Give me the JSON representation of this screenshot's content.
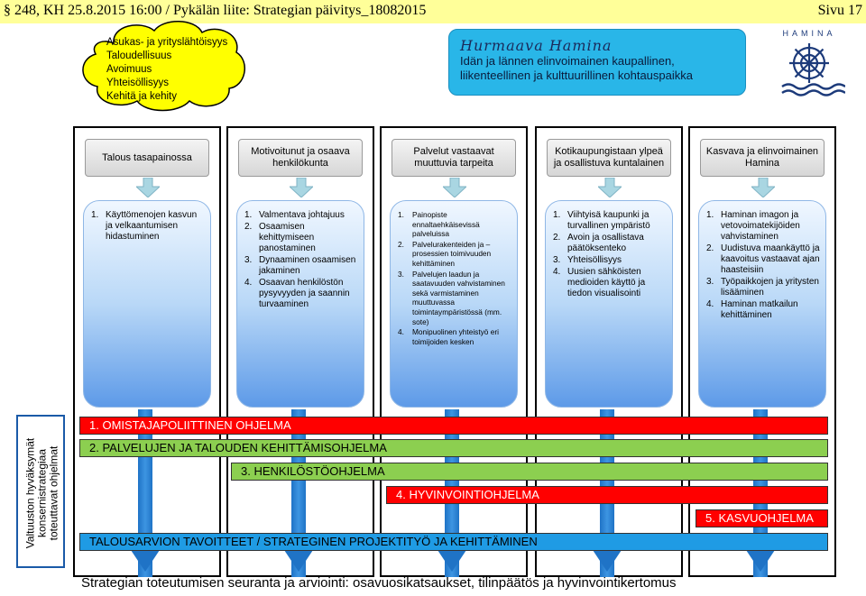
{
  "header": {
    "left": "§ 248, KH 25.8.2015 16:00 / Pykälän liite: Strategian päivitys_18082015",
    "right": "Sivu 17"
  },
  "values_cloud": {
    "items": [
      "Asukas- ja yrityslähtöisyys",
      "Taloudellisuus",
      "Avoimuus",
      "Yhteisöllisyys",
      "Kehitä ja kehity"
    ]
  },
  "vision": {
    "brand": "Hurmaava Hamina",
    "line1": "Idän ja lännen elinvoimainen kaupallinen,",
    "line2": "liikenteellinen ja kulttuurillinen kohtauspaikka"
  },
  "logo": {
    "word": "HAMINA"
  },
  "columns": [
    {
      "title": "Talous tasapainossa",
      "goals": [
        {
          "num": "1.",
          "text": "Käyttömenojen kasvun ja velkaantumisen hidastuminen"
        }
      ]
    },
    {
      "title": "Motivoitunut ja osaava henkilökunta",
      "goals": [
        {
          "num": "1.",
          "text": "Valmentava johtajuus"
        },
        {
          "num": "2.",
          "text": "Osaamisen kehittymiseen panostaminen"
        },
        {
          "num": "3.",
          "text": "Dynaaminen osaamisen jakaminen"
        },
        {
          "num": "4.",
          "text": "Osaavan henkilöstön pysyvyyden ja saannin turvaaminen"
        }
      ]
    },
    {
      "title": "Palvelut vastaavat muuttuvia tarpeita",
      "goals": [
        {
          "num": "1.",
          "text": "Painopiste ennaltaehkäisevissä palveluissa"
        },
        {
          "num": "2.",
          "text": "Palvelurakenteiden ja –prosessien toimivuuden kehittäminen"
        },
        {
          "num": "3.",
          "text": "Palvelujen laadun ja saatavuuden vahvistaminen sekä varmistaminen muuttuvassa toimintaympäristössä (mm. sote)"
        },
        {
          "num": "4.",
          "text": "Monipuolinen yhteistyö eri toimijoiden kesken"
        }
      ]
    },
    {
      "title": "Kotikaupungistaan ylpeä ja osallistuva kuntalainen",
      "goals": [
        {
          "num": "1.",
          "text": "Viihtyisä kaupunki ja turvallinen ympäristö"
        },
        {
          "num": "2.",
          "text": "Avoin ja osallistava päätöksenteko"
        },
        {
          "num": "3.",
          "text": "Yhteisöllisyys"
        },
        {
          "num": "4.",
          "text": "Uusien sähköisten medioiden käyttö ja tiedon visualisointi"
        }
      ]
    },
    {
      "title": "Kasvava ja elinvoimainen Hamina",
      "goals": [
        {
          "num": "1.",
          "text": "Haminan imagon ja vetovoimatekijöiden vahvistaminen"
        },
        {
          "num": "2.",
          "text": "Uudistuva maankäyttö ja kaavoitus vastaavat ajan haasteisiin"
        },
        {
          "num": "3.",
          "text": "Työpaikkojen ja yritysten lisääminen"
        },
        {
          "num": "4.",
          "text": "Haminan matkailun kehittäminen"
        }
      ]
    }
  ],
  "side_label": {
    "line1": "Valtuuston hyväksymät",
    "line2": "konsernistrategiaa",
    "line3": "toteuttavat ohjelmat"
  },
  "programs": {
    "p1": "1. OMISTAJAPOLIITTINEN OHJELMA",
    "p2": "2. PALVELUJEN JA TALOUDEN KEHITTÄMISOHJELMA",
    "p3": "3. HENKILÖSTÖOHJELMA",
    "p4": "4. HYVINVOINTIOHJELMA",
    "p5": "5. KASVUOHJELMA",
    "budget": "TALOUSARVION TAVOITTEET / STRATEGINEN PROJEKTITYÖ JA KEHITTÄMINEN"
  },
  "footer": "Strategian toteutumisen seuranta ja arviointi: osavuosikatsaukset, tilinpäätös ja hyvinvointikertomus",
  "colors": {
    "red_band": "#ff0000",
    "green_band": "#8ccf50",
    "blue_band": "#1f9be4",
    "vision_box": "#29b6e8",
    "cloud": "#ffff00",
    "header_bar": "#ffff99"
  }
}
